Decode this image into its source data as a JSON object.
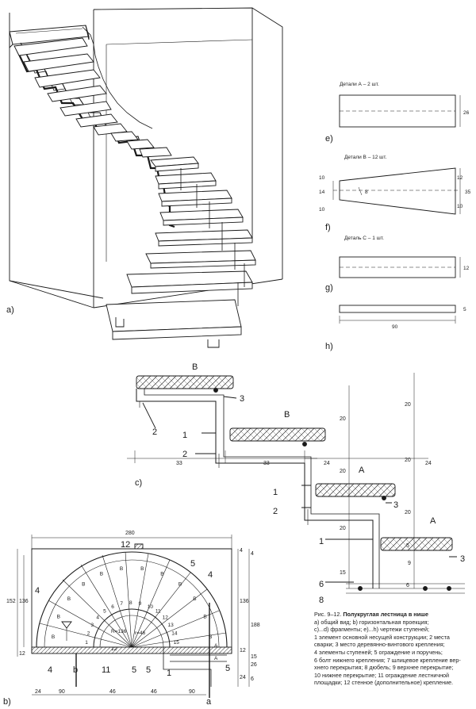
{
  "panels": {
    "a": "a)",
    "b": "b)",
    "c": "c)",
    "e": "e)",
    "f": "f)",
    "g": "g)",
    "h": "h)"
  },
  "details": {
    "A": "Детали А – 2 шт.",
    "B": "Детали В – 12 шт.",
    "C": "Деталь С – 1 шт."
  },
  "detail_dims": {
    "e_height": "26",
    "f_right": "12",
    "f_right2": "35",
    "f_left": "14",
    "f_angle": "8",
    "f_10a": "10",
    "f_10b": "10",
    "f_10c": "10",
    "g_height": "12",
    "h_height": "5",
    "h_width": "90"
  },
  "section": {
    "B1": "B",
    "B2": "B",
    "A1": "A",
    "A2": "A",
    "n1": "1",
    "n2": "2",
    "n3": "3",
    "n5": "5",
    "n6": "6",
    "n8": "8",
    "n9": "9",
    "d20": "20",
    "d24": "24",
    "d33": "33",
    "d15": "15",
    "d6": "6"
  },
  "plan": {
    "w280": "280",
    "h152": "152",
    "h136": "136",
    "h188": "188",
    "d12": "12",
    "d4": "4",
    "d90": "90",
    "d46": "46",
    "d24": "24",
    "d26": "26",
    "d15": "15",
    "d6": "6",
    "r136": "R=136",
    "r46": "r=46",
    "n4": "4",
    "n5": "5",
    "n11": "11",
    "n12": "12",
    "n1": "1",
    "stepB": "B",
    "stepA": "A",
    "b": "b",
    "a": "a",
    "steps": [
      "1",
      "2",
      "3",
      "4",
      "5",
      "6",
      "7",
      "8",
      "9",
      "10",
      "11",
      "12",
      "13",
      "14",
      "15"
    ]
  },
  "caption": {
    "title_prefix": "Рис. 9–12.",
    "title_bold": "Полукруглая лестница в нише",
    "lines": [
      "а) общий вид; b) горизонтальная проекция;",
      "с)...d) фрагменты; е)...h) чертежи ступеней;",
      "1 элемент основной несущей конструкции; 2 места",
      "сварки; 3 место деревянно-винтового крепления;",
      "4 элементы ступеней; 5 ограждение и поручень;",
      "6 болт нижнего крепления; 7 шлицевое крепление вер-",
      "хнего перекрытия; 8 дюбель; 9 верхнее перекрытие;",
      "10 нижнее перекрытие; 11 ограждение лестничной",
      "площадки; 12 стенное (дополнительное) крепление."
    ]
  }
}
